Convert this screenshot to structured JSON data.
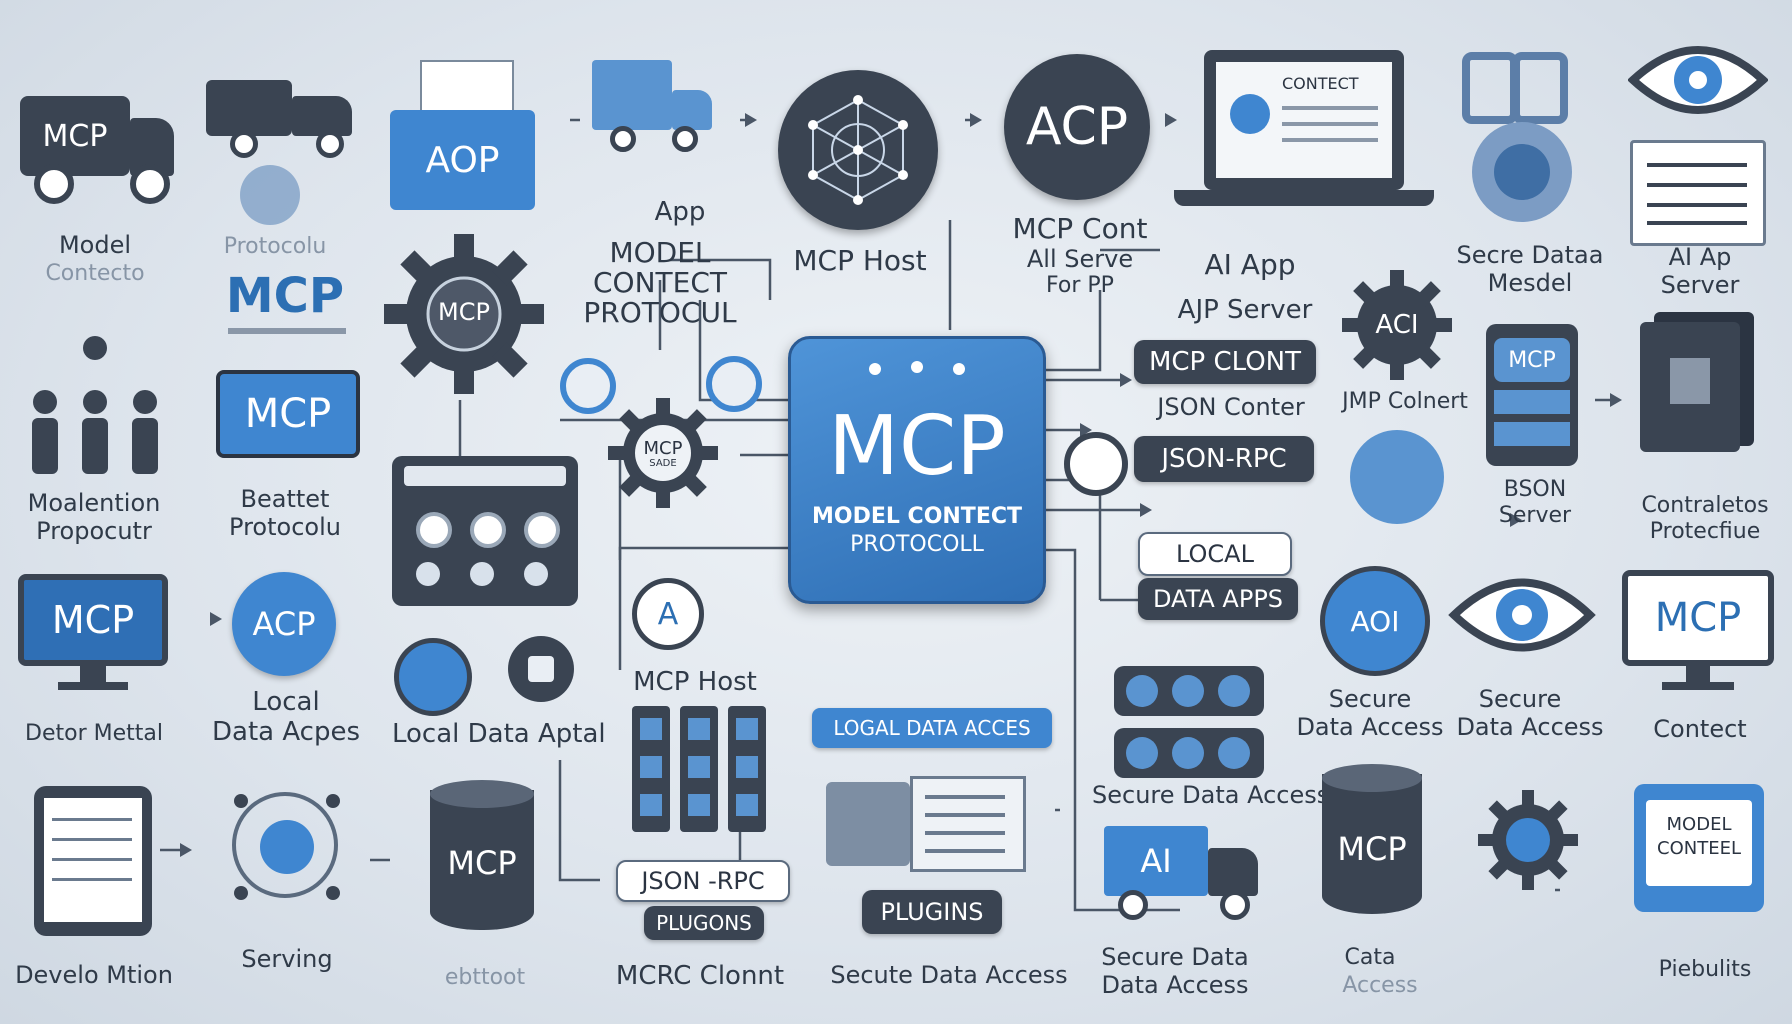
{
  "center": {
    "badge": "MCP",
    "subtitle_line1": "MODEL CONTECT",
    "subtitle_line2": "PROTOCOLL"
  },
  "top_row": {
    "truck_badge": "MCP",
    "model_label_1": "Model",
    "model_label_2": "Contecto",
    "folder_badge": "AOP",
    "protocol_label": "Protocolu",
    "app_label": "App",
    "title_line1": "MODEL",
    "title_line2": "CONTECT",
    "title_line3": "PROTOCUL",
    "network_label": "MCP Host",
    "acp_badge": "ACP",
    "mcp_cont_line1": "MCP Cont",
    "mcp_cont_line2": "All Serve",
    "mcp_cont_line3": "For PP",
    "laptop_heading": "CONTECT",
    "ai_app_label": "AI App",
    "secure_data_line1": "Secre Dataa",
    "secure_data_line2": "Mesdel",
    "ai_server_line1": "AI Ap",
    "ai_server_line2": "Server"
  },
  "left_col": {
    "mcp_logo": "MCP",
    "gear_badge": "MCP",
    "monitor_badge": "MCP",
    "people_label_1": "Moalention",
    "people_label_2": "Propocutr",
    "beattet_label_1": "Beattet",
    "beattet_label_2": "Protocolu",
    "screen_badge": "MCP",
    "screen_label": "Detor Mettal",
    "acp_circle": "ACP",
    "local_label_1": "Local",
    "local_label_2": "Data Acpes",
    "local_data_label": "Local Data Aptal",
    "develop_label": "Develo Mtion",
    "serving_label": "Serving"
  },
  "middle": {
    "small_gear_line1": "MCP",
    "small_gear_line2": "SADE",
    "a_circle": "A",
    "mcp_host_label": "MCP Host",
    "json_rpc_pill": "JSON -RPC",
    "plugins_pill": "PLUGONS",
    "mcrc_label": "MCRC Clonnt",
    "db_badge": "MCP",
    "local_access_pill": "LOGAL DATA ACCES",
    "plugins_box": "PLUGINS",
    "secure_access_label": "Secute Data Access"
  },
  "right_col": {
    "ajp_server": "AJP Server",
    "mcp_clont_pill": "MCP CLONT",
    "json_conter": "JSON Conter",
    "jmp_colnert": "JMP Colnert",
    "json_rpc_pill": "JSON-RPC",
    "local_pill": "LOCAL",
    "data_apps_pill": "DATA APPS",
    "aci_gear": "ACI",
    "phone_badge": "MCP",
    "bson_line1": "BSON",
    "bson_line2": "Server",
    "contraletos_line1": "Contraletos",
    "contraletos_line2": "Protecfiue",
    "aoi_circle": "AOI",
    "secure1_line1": "Secure",
    "secure1_line2": "Data Access",
    "secure2_line1": "Secure",
    "secure2_line2": "Data Access",
    "monitor_badge": "MCP",
    "contect_label": "Contect",
    "secure_data_access": "Secure Data Access",
    "truck_badge": "AI",
    "secure3_line1": "Secure Data",
    "secure3_line2": "Data Access",
    "db_badge": "MCP",
    "cata_line1": "Cata",
    "cata_line2": "Access",
    "model_card_line1": "MODEL",
    "model_card_line2": "CONTEEL",
    "piebulits_label": "Piebulits"
  },
  "colors": {
    "accent": "#3f86d0",
    "dark": "#3a4452",
    "background": "#e3e9ef"
  }
}
